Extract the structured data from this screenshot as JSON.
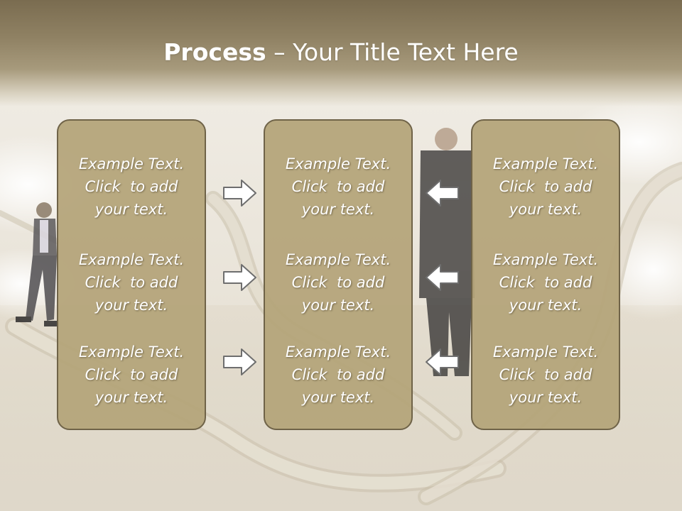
{
  "title": {
    "bold": "Process",
    "rest": " – Your Title Text Here"
  },
  "columns": [
    {
      "blocks": [
        {
          "line1": "Example Text.",
          "line2": "Click  to add",
          "line3": "your text."
        },
        {
          "line1": "Example Text.",
          "line2": "Click  to add",
          "line3": "your text."
        },
        {
          "line1": "Example Text.",
          "line2": "Click  to add",
          "line3": "your text."
        }
      ]
    },
    {
      "blocks": [
        {
          "line1": "Example Text.",
          "line2": "Click  to add",
          "line3": "your text."
        },
        {
          "line1": "Example Text.",
          "line2": "Click  to add",
          "line3": "your text."
        },
        {
          "line1": "Example Text.",
          "line2": "Click  to add",
          "line3": "your text."
        }
      ]
    },
    {
      "blocks": [
        {
          "line1": "Example Text.",
          "line2": "Click  to add",
          "line3": "your text."
        },
        {
          "line1": "Example Text.",
          "line2": "Click  to add",
          "line3": "your text."
        },
        {
          "line1": "Example Text.",
          "line2": "Click  to add",
          "line3": "your text."
        }
      ]
    }
  ],
  "arrows": {
    "left_group": [
      "arrow-right-icon",
      "arrow-right-icon",
      "arrow-right-icon"
    ],
    "right_group": [
      "arrow-left-icon",
      "arrow-left-icon",
      "arrow-left-icon"
    ]
  },
  "colors": {
    "title_band": "#8f8163",
    "panel_fill": "#b4a478",
    "panel_border": "#6f6348",
    "text": "#ffffff",
    "arrow_fill": "#ffffff",
    "arrow_stroke": "#6e6e6e"
  }
}
